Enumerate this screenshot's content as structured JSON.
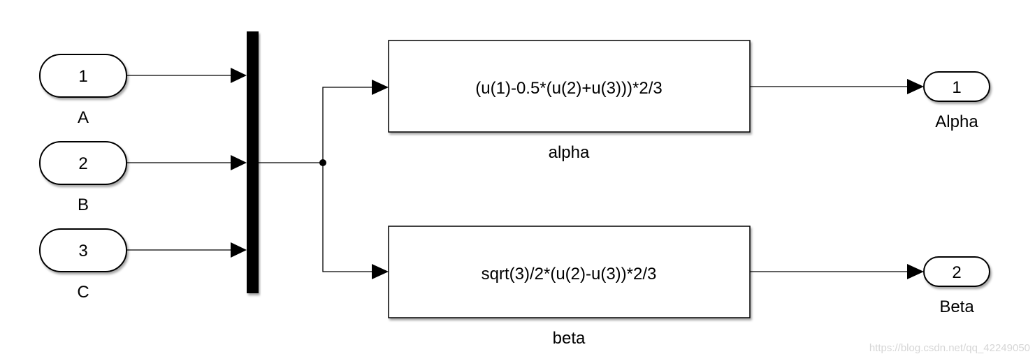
{
  "inports": [
    {
      "number": "1",
      "name": "A"
    },
    {
      "number": "2",
      "name": "B"
    },
    {
      "number": "3",
      "name": "C"
    }
  ],
  "fcn_blocks": [
    {
      "expression": "(u(1)-0.5*(u(2)+u(3)))*2/3",
      "name": "alpha"
    },
    {
      "expression": "sqrt(3)/2*(u(2)-u(3))*2/3",
      "name": "beta"
    }
  ],
  "outports": [
    {
      "number": "1",
      "name": "Alpha"
    },
    {
      "number": "2",
      "name": "Beta"
    }
  ],
  "watermark": "https://blog.csdn.net/qq_42249050",
  "colors": {
    "line": "#000000",
    "block_border": "#000000",
    "background": "#ffffff",
    "watermark": "#d6d6d6"
  }
}
